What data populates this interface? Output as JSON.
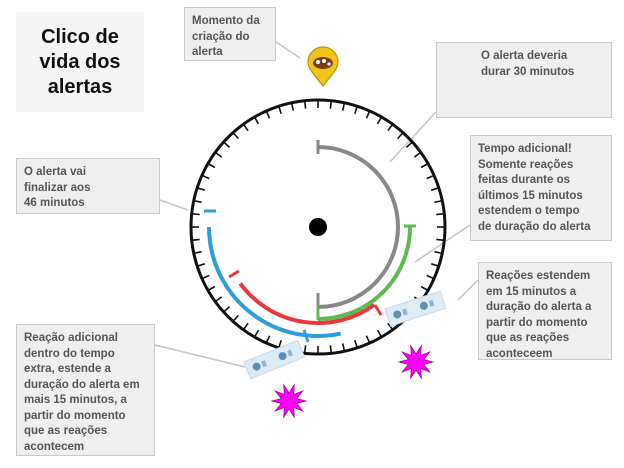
{
  "title": "Clico de\nvida dos\nalertas",
  "callouts": {
    "creation": "Momento da\ncriação do\nalerta",
    "should_last": "O alerta deveria\ndurar 30 minutos",
    "will_end": "O alerta vai\nfinalizar aos\n46 minutos",
    "extra_time": "Tempo adicional!\nSomente reações\nfeitas durante os\núltimos 15 minutos\nestendem o tempo\nde duração do alerta",
    "reactions_extend": "Reações estendem\nem 15 minutos a\nduração do alerta a\npartir do momento\nque as reações\naconteceem",
    "additional_reaction": "Reação adicional\ndentro do tempo\nextra, estende a\nduração do alerta em\nmais 15 minutos, a\npartir do momento\nque as reações\nacontecem"
  },
  "colors": {
    "clock_ring": "#111111",
    "center_dot": "#000000",
    "arc_30min": "#888888",
    "arc_extension_1": "#5dbb4f",
    "arc_extension_2": "#e8383d",
    "arc_total": "#2d9ddb",
    "burst": "#ff00ff",
    "pin": "#f0c419",
    "callout_bg": "#efefef"
  },
  "icons": [
    "map-pin-icon",
    "reaction-badge-icon",
    "reaction-burst-icon"
  ]
}
